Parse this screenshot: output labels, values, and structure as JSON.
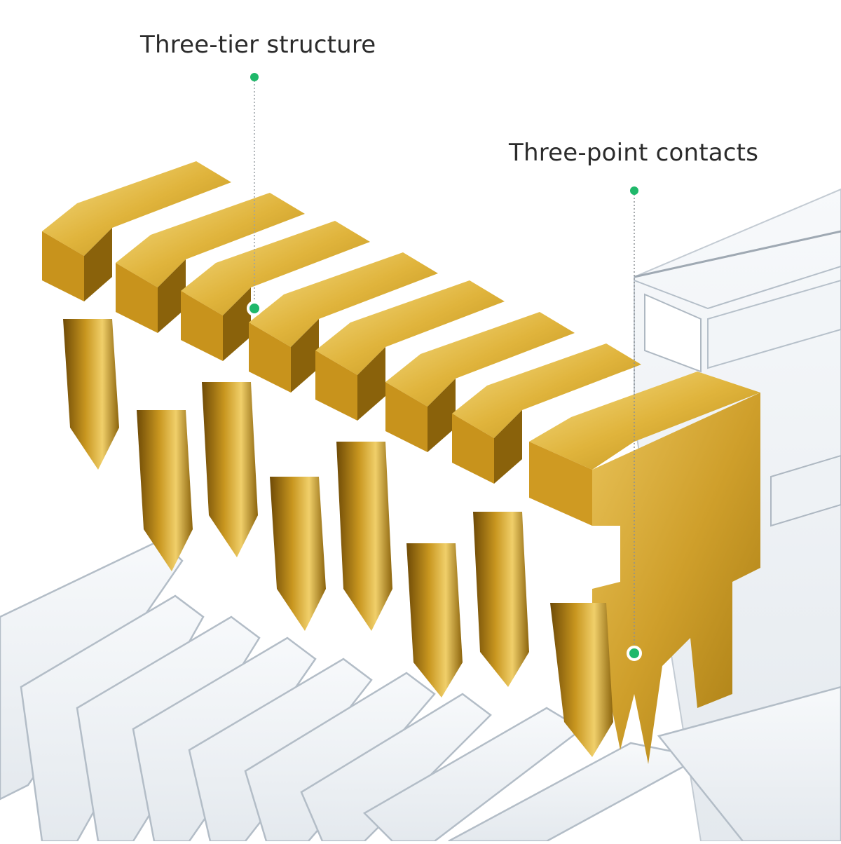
{
  "callouts": {
    "three_tier": {
      "label": "Three-tier structure"
    },
    "three_point": {
      "label": "Three-point contacts"
    }
  },
  "colors": {
    "accent_dot": "#1fb86a",
    "gold": "#c99a1e",
    "gold_light": "#f3d77a",
    "gold_dark": "#7a5508",
    "housing_edge": "#b9c3cc"
  },
  "scene": {
    "pin_count": 8,
    "description_icon": "gold-connector-pins"
  }
}
